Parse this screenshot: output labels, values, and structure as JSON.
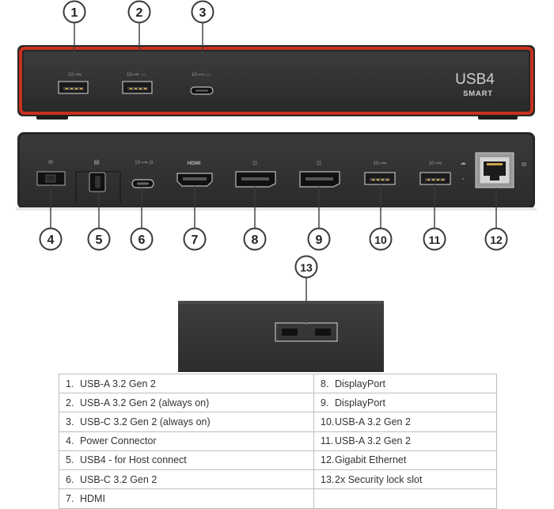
{
  "front_panel": {
    "brand": "USB4",
    "model": "SMART",
    "port_icons": [
      "usb-symbol-10-icon",
      "usb-symbol-10-icon",
      "usb-c-10-icon"
    ]
  },
  "callouts": {
    "c1": "1",
    "c2": "2",
    "c3": "3",
    "c4": "4",
    "c5": "5",
    "c6": "6",
    "c7": "7",
    "c8": "8",
    "c9": "9",
    "c10": "10",
    "c11": "11",
    "c12": "12",
    "c13": "13"
  },
  "rear_panel": {
    "hdmi_label": "HDMI"
  },
  "legend": {
    "rows": [
      {
        "left_num": "1.",
        "left": "USB-A 3.2 Gen 2",
        "right_num": "8.",
        "right": "DisplayPort"
      },
      {
        "left_num": "2.",
        "left": "USB-A 3.2 Gen 2 (always on)",
        "right_num": "9.",
        "right": "DisplayPort"
      },
      {
        "left_num": "3.",
        "left": "USB-C 3.2 Gen 2 (always on)",
        "right_num": "10.",
        "right": "USB-A 3.2 Gen 2"
      },
      {
        "left_num": "4.",
        "left": "Power Connector",
        "right_num": "11.",
        "right": "USB-A 3.2 Gen 2"
      },
      {
        "left_num": "5.",
        "left": "USB4 - for Host connect",
        "right_num": "12.",
        "right": "Gigabit Ethernet"
      },
      {
        "left_num": "6.",
        "left": "USB-C 3.2 Gen 2",
        "right_num": "13.",
        "right": "2x Security lock slot"
      },
      {
        "left_num": "7.",
        "left": "HDMI",
        "right_num": "",
        "right": ""
      }
    ]
  },
  "colors": {
    "body": "#2e2e2e",
    "accent_red": "#c8311f",
    "callout_stroke": "#3a3a3a",
    "table_border": "#bdbdbd"
  }
}
